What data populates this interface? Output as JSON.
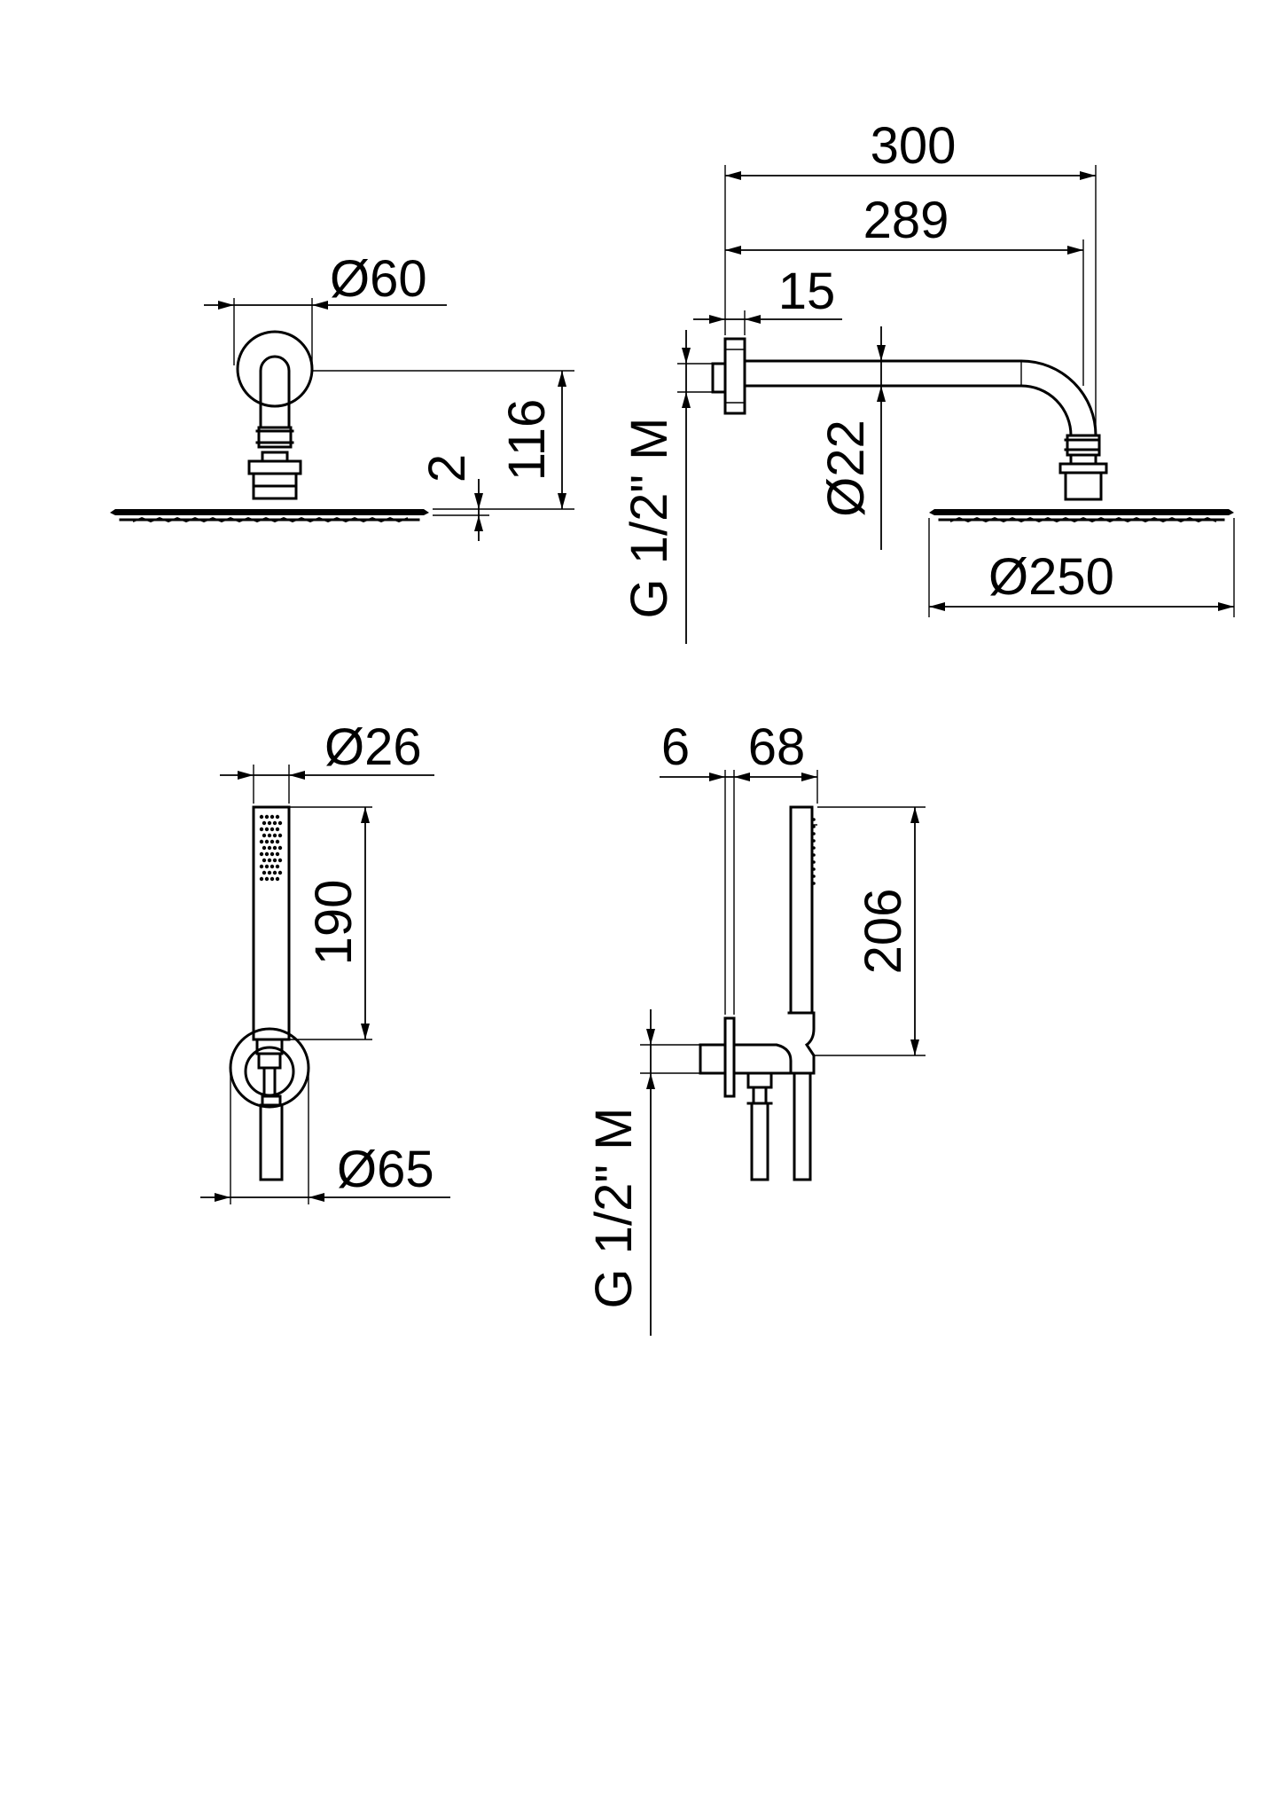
{
  "colors": {
    "line": "#000000",
    "background": "#ffffff"
  },
  "head_front": {
    "flange_diameter": "Ø60",
    "plate_thickness": "2",
    "height": "116"
  },
  "head_side": {
    "arm_length_total": "300",
    "arm_length_inner": "289",
    "flange_depth": "15",
    "inlet_thread": "G 1/2\" M",
    "arm_diameter": "Ø22",
    "head_diameter": "Ø250"
  },
  "hand_front": {
    "handle_diameter": "Ø26",
    "handle_length": "190",
    "outlet_diameter": "Ø65"
  },
  "hand_side": {
    "plate_depth": "6",
    "projection": "68",
    "height": "206",
    "inlet_thread": "G 1/2\" M"
  }
}
